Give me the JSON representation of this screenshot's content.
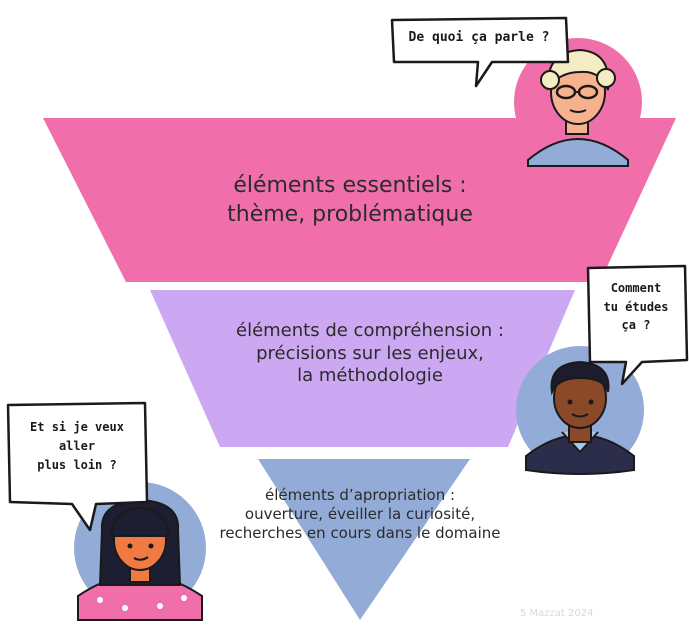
{
  "tiers": [
    {
      "lines": [
        "éléments essentiels :",
        "thème, problématique"
      ],
      "color": "#f06fab"
    },
    {
      "lines": [
        "éléments de compréhension :",
        "précisions sur les enjeux,",
        "la méthodologie"
      ],
      "color": "#cca8f2"
    },
    {
      "lines": [
        "éléments d’apropriation :",
        "ouverture, éveiller la curiosité,",
        "recherches en cours dans le domaine"
      ],
      "color": "#93acd7"
    }
  ],
  "speech_bubbles": [
    {
      "lines": [
        "De quoi ça parle ?"
      ]
    },
    {
      "lines": [
        "Comment",
        "tu études",
        "ça ?"
      ]
    },
    {
      "lines": [
        "Et si je veux",
        "aller",
        "plus loin ?"
      ]
    }
  ],
  "avatar_colors": {
    "circle_pink": "#f06fab",
    "circle_blue": "#93acd7"
  },
  "watermark": "5 Mazzat 2024"
}
